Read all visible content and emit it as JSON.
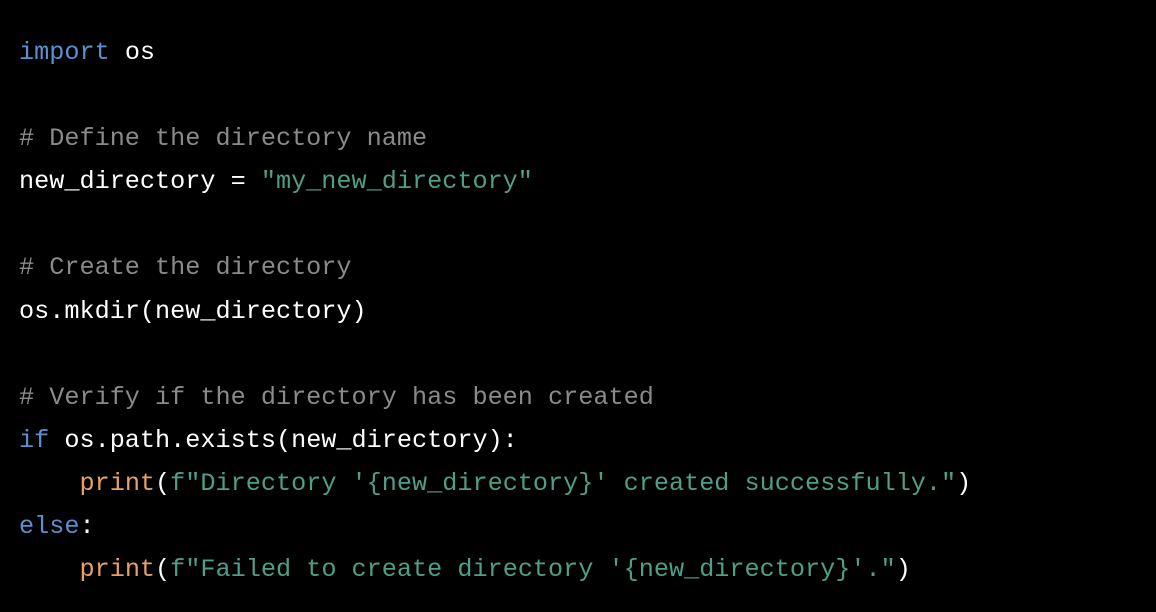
{
  "code_block": {
    "language": "python",
    "colors": {
      "background": "#000000",
      "keyword": "#5b8fd0",
      "comment": "#8a8a8a",
      "string": "#4e9e8a",
      "builtin": "#e6a266",
      "plain": "#ffffff"
    },
    "lines": [
      [
        {
          "t": "kw",
          "v": "import"
        },
        {
          "t": "pl",
          "v": " os"
        }
      ],
      [],
      [
        {
          "t": "cm",
          "v": "# Define the directory name"
        }
      ],
      [
        {
          "t": "pl",
          "v": "new_directory = "
        },
        {
          "t": "st",
          "v": "\"my_new_directory\""
        }
      ],
      [],
      [
        {
          "t": "cm",
          "v": "# Create the directory"
        }
      ],
      [
        {
          "t": "pl",
          "v": "os.mkdir(new_directory)"
        }
      ],
      [],
      [
        {
          "t": "cm",
          "v": "# Verify if the directory has been created"
        }
      ],
      [
        {
          "t": "kw",
          "v": "if"
        },
        {
          "t": "pl",
          "v": " os.path.exists(new_directory):"
        }
      ],
      [
        {
          "t": "pl",
          "v": "    "
        },
        {
          "t": "fn",
          "v": "print"
        },
        {
          "t": "pl",
          "v": "("
        },
        {
          "t": "st",
          "v": "f\"Directory '{new_directory}' created successfully.\""
        },
        {
          "t": "pl",
          "v": ")"
        }
      ],
      [
        {
          "t": "kw",
          "v": "else"
        },
        {
          "t": "pl",
          "v": ":"
        }
      ],
      [
        {
          "t": "pl",
          "v": "    "
        },
        {
          "t": "fn",
          "v": "print"
        },
        {
          "t": "pl",
          "v": "("
        },
        {
          "t": "st",
          "v": "f\"Failed to create directory '{new_directory}'.\""
        },
        {
          "t": "pl",
          "v": ")"
        }
      ]
    ]
  }
}
